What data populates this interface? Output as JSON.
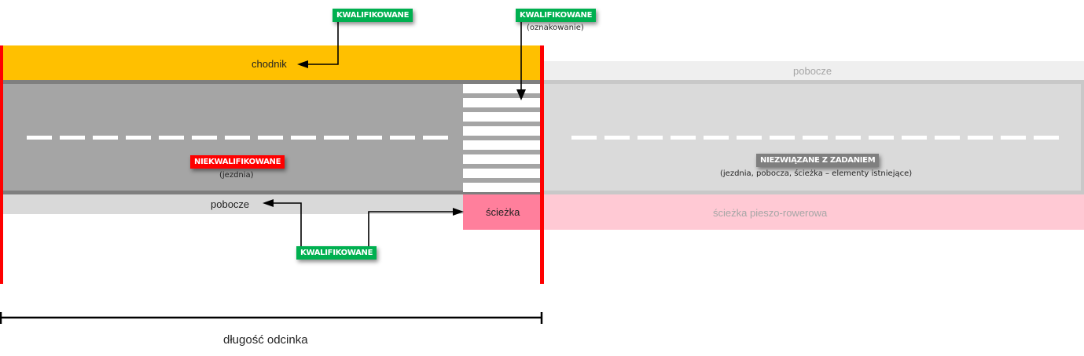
{
  "colors": {
    "sidewalk": "#ffc000",
    "roadway": "#a5a5a5",
    "roadway_edge": "#7f7f7f",
    "shoulder": "#d9d9d9",
    "path": "#ff7f9c",
    "existing_roadway": "#dadada",
    "existing_edge": "#c8c8c8",
    "existing_shoulder": "#efefef",
    "existing_path": "#ffc9d4",
    "boundary": "#ff0000",
    "qualified": "#00b050",
    "unqualified": "#ff0000",
    "unrelated": "#7f7f7f"
  },
  "section": {
    "sidewalk_label": "chodnik",
    "shoulder_label": "pobocze",
    "path_label": "ścieżka"
  },
  "existing": {
    "shoulder_label": "pobocze",
    "path_label": "ścieżka pieszo-rowerowa"
  },
  "tags": {
    "sidewalk_tag": "KWALIFIKOWANE",
    "marking_tag": "KWALIFIKOWANE",
    "marking_sub": "(oznakowanie)",
    "roadway_tag": "NIEKWALIFIKOWANE",
    "roadway_sub": "(jezdnia)",
    "shoulder_path_tag": "KWALIFIKOWANE",
    "unrelated_tag": "NIEZWIĄZANE Z ZADANIEM",
    "unrelated_sub": "(jezdnia, pobocza, ścieżka – elementy istniejące)"
  },
  "dimension": {
    "label": "długość odcinka"
  }
}
